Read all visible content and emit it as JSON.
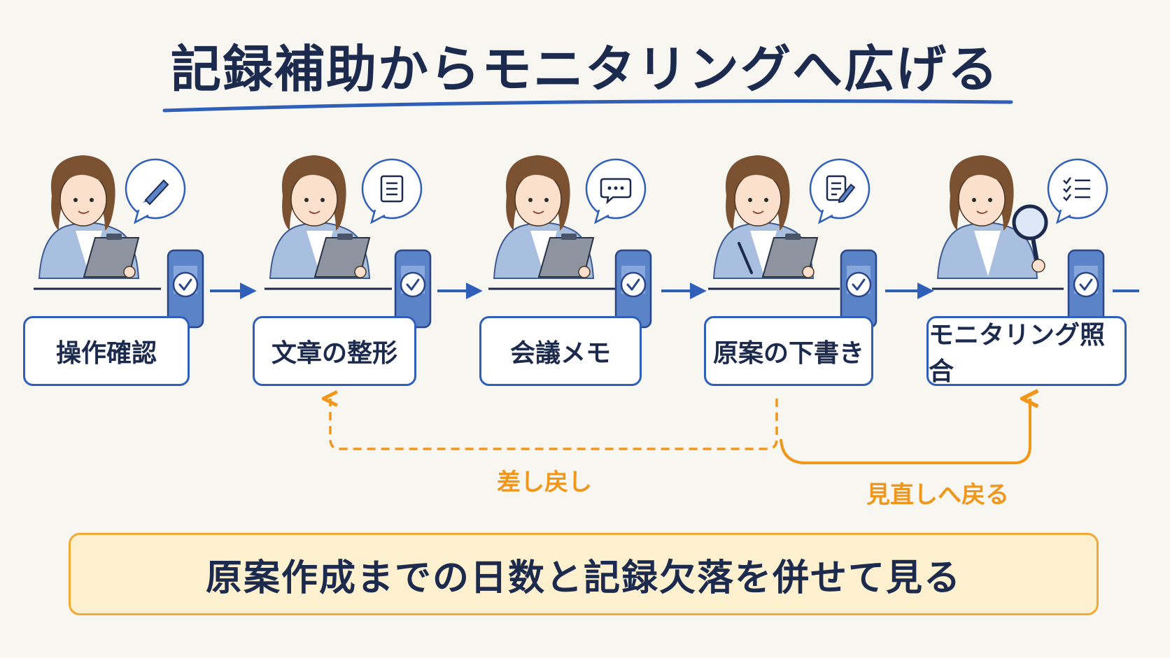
{
  "title": "記録補助からモニタリングへ広げる",
  "steps": [
    {
      "label": "操作確認",
      "icon": "pencil-icon"
    },
    {
      "label": "文章の整形",
      "icon": "document-icon"
    },
    {
      "label": "会議メモ",
      "icon": "chat-icon"
    },
    {
      "label": "原案の下書き",
      "icon": "edit-note-icon"
    },
    {
      "label": "モニタリング照合",
      "icon": "checklist-icon"
    }
  ],
  "loops": {
    "send_back": "差し戻し",
    "return_to_review": "見直しへ戻る"
  },
  "banner": "原案作成までの日数と記録欠落を併せて見る",
  "colors": {
    "accent_blue": "#2f5fb8",
    "loop_orange": "#f0961a",
    "text_navy": "#1c2a4e",
    "banner_fill": "#fdf0cf"
  }
}
